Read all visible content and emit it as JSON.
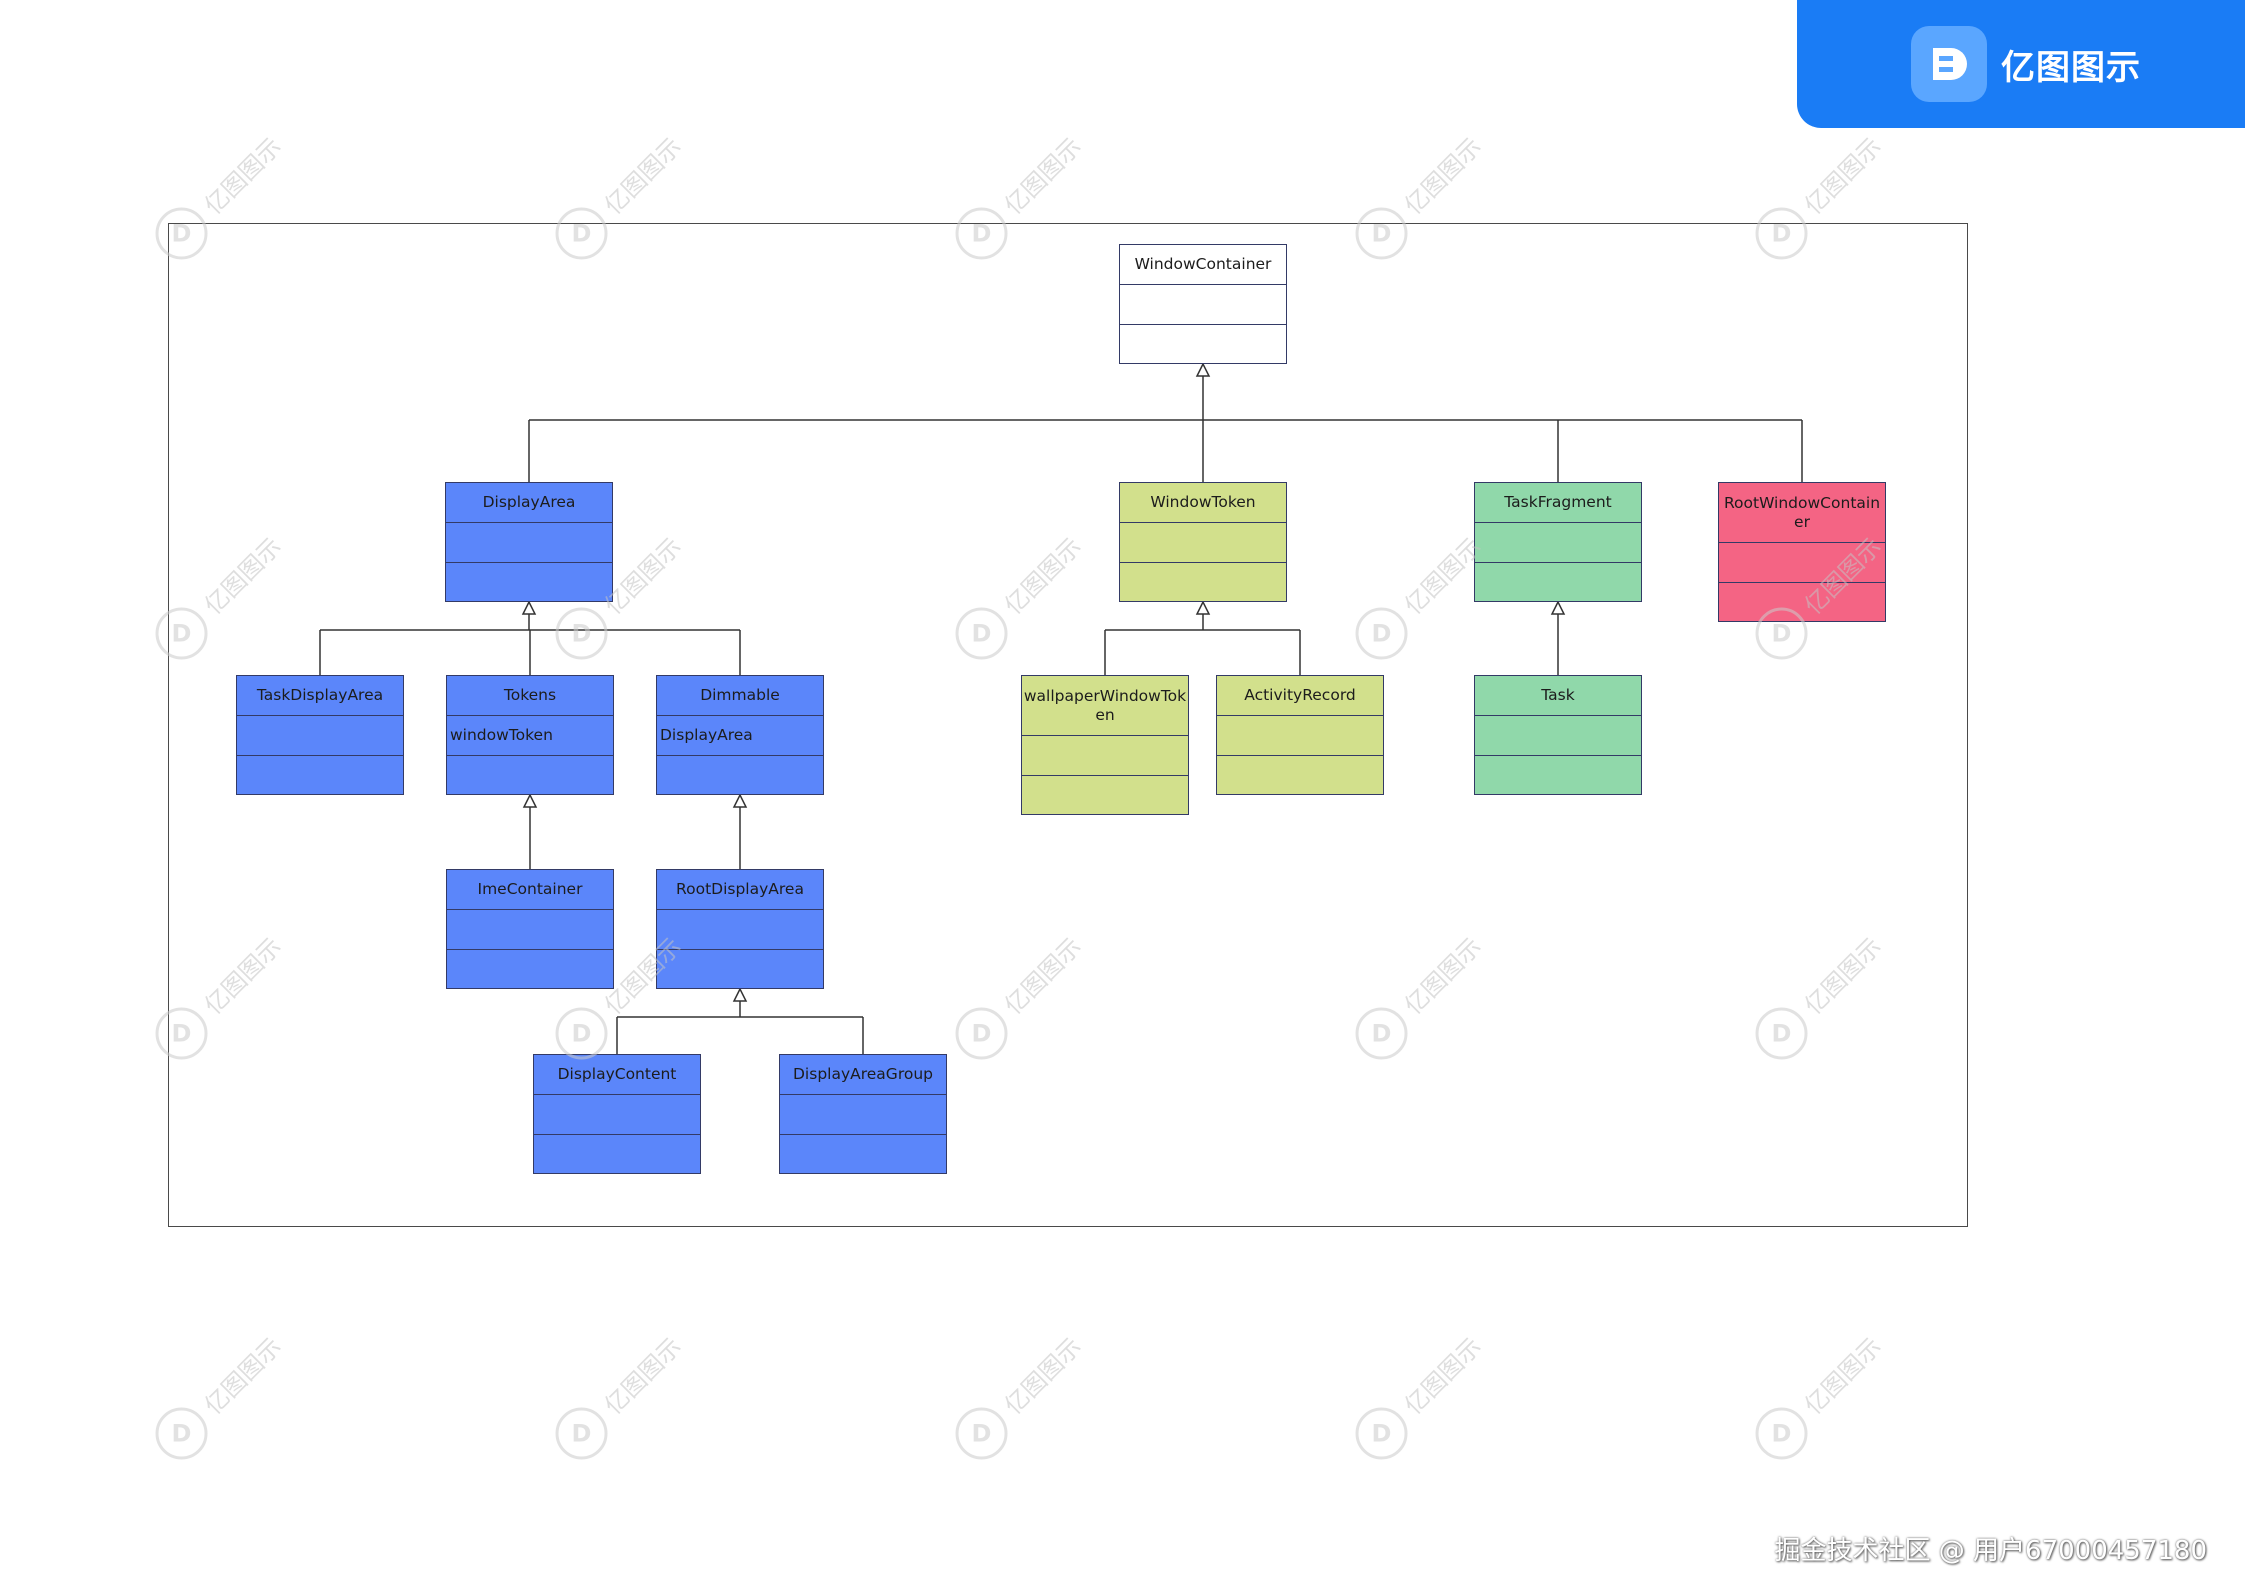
{
  "brand": {
    "name": "亿图图示",
    "logo_icon": "edraw-logo-icon"
  },
  "watermark": {
    "text": "亿图图示",
    "icon": "edraw-watermark-icon"
  },
  "credit": "掘金技术社区 @ 用户67000457180",
  "colors": {
    "white": "#ffffff",
    "blue": "#5b86fa",
    "lime": "#d2e08c",
    "green": "#90d8aa",
    "pink": "#f46484"
  },
  "classes": [
    {
      "id": "WindowContainer",
      "name": "WindowContainer",
      "attr": "",
      "color": "white"
    },
    {
      "id": "DisplayArea",
      "name": "DisplayArea",
      "attr": "",
      "color": "blue"
    },
    {
      "id": "WindowToken",
      "name": "WindowToken",
      "attr": "",
      "color": "lime"
    },
    {
      "id": "TaskFragment",
      "name": "TaskFragment",
      "attr": "",
      "color": "green"
    },
    {
      "id": "RootWindowContainer",
      "name": "RootWindowContain\ner",
      "attr": "",
      "color": "pink"
    },
    {
      "id": "TaskDisplayArea",
      "name": "TaskDisplayArea",
      "attr": "",
      "color": "blue"
    },
    {
      "id": "Tokens",
      "name": "Tokens",
      "attr": "windowToken",
      "color": "blue"
    },
    {
      "id": "Dimmable",
      "name": "Dimmable",
      "attr": "DisplayArea",
      "color": "blue"
    },
    {
      "id": "wallpaperWindowToken",
      "name": "wallpaperWindowTok\nen",
      "attr": "",
      "color": "lime"
    },
    {
      "id": "ActivityRecord",
      "name": "ActivityRecord",
      "attr": "",
      "color": "lime"
    },
    {
      "id": "Task",
      "name": "Task",
      "attr": "",
      "color": "green"
    },
    {
      "id": "ImeContainer",
      "name": "ImeContainer",
      "attr": "",
      "color": "blue"
    },
    {
      "id": "RootDisplayArea",
      "name": "RootDisplayArea",
      "attr": "",
      "color": "blue"
    },
    {
      "id": "DisplayContent",
      "name": "DisplayContent",
      "attr": "",
      "color": "blue"
    },
    {
      "id": "DisplayAreaGroup",
      "name": "DisplayAreaGroup",
      "attr": "",
      "color": "blue"
    }
  ],
  "inheritance": [
    {
      "parent": "WindowContainer",
      "children": [
        "DisplayArea",
        "WindowToken",
        "TaskFragment",
        "RootWindowContainer"
      ]
    },
    {
      "parent": "DisplayArea",
      "children": [
        "TaskDisplayArea",
        "Tokens",
        "Dimmable"
      ]
    },
    {
      "parent": "WindowToken",
      "children": [
        "wallpaperWindowToken",
        "ActivityRecord"
      ]
    },
    {
      "parent": "TaskFragment",
      "children": [
        "Task"
      ]
    },
    {
      "parent": "Tokens",
      "children": [
        "ImeContainer"
      ]
    },
    {
      "parent": "Dimmable",
      "children": [
        "RootDisplayArea"
      ]
    },
    {
      "parent": "RootDisplayArea",
      "children": [
        "DisplayContent",
        "DisplayAreaGroup"
      ]
    }
  ]
}
